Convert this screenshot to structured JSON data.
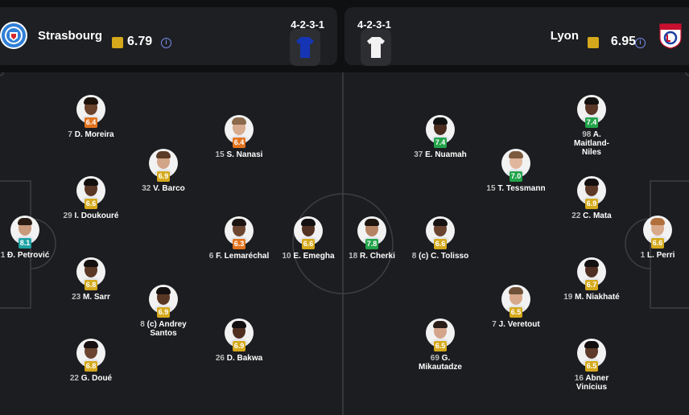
{
  "home": {
    "name": "Strasbourg",
    "rating": "6.79",
    "formation": "4-2-3-1",
    "info_icon": "i",
    "kit_color": "#1535b4",
    "colors": {
      "accent": "#d5a91b"
    }
  },
  "away": {
    "name": "Lyon",
    "rating": "6.95",
    "formation": "4-2-3-1",
    "info_icon": "i",
    "kit_color": "#f2f2f2"
  },
  "rating_colors": {
    "orange": "#e2731d",
    "yellow": "#d5a91b",
    "green": "#22a44a",
    "teal": "#1fa2a5"
  },
  "players": [
    {
      "id": "petrovic",
      "num": "1",
      "name": "Đ. Petrović",
      "rating": "8.1",
      "color": "teal",
      "skin": "#c99a7b",
      "hair": "#2b1d14"
    },
    {
      "id": "moreira",
      "num": "7",
      "name": "D. Moreira",
      "rating": "6.4",
      "color": "orange",
      "skin": "#6a432d",
      "hair": "#1c120c"
    },
    {
      "id": "doukoure",
      "num": "29",
      "name": "I. Doukouré",
      "rating": "6.6",
      "color": "yellow",
      "skin": "#5a3624",
      "hair": "#141010"
    },
    {
      "id": "sarr",
      "num": "23",
      "name": "M. Sarr",
      "rating": "6.8",
      "color": "yellow",
      "skin": "#5b3826",
      "hair": "#151111"
    },
    {
      "id": "doue",
      "num": "22",
      "name": "G. Doué",
      "rating": "6.8",
      "color": "yellow",
      "skin": "#6b4330",
      "hair": "#191212"
    },
    {
      "id": "barco",
      "num": "32",
      "name": "V. Barco",
      "rating": "6.9",
      "color": "yellow",
      "skin": "#d2a488",
      "hair": "#5a3b27"
    },
    {
      "id": "santos",
      "num": "8",
      "name": "(c) Andrey Santos",
      "rating": "6.9",
      "color": "yellow",
      "skin": "#5a3725",
      "hair": "#151010"
    },
    {
      "id": "nanasi",
      "num": "15",
      "name": "S. Nanasi",
      "rating": "6.4",
      "color": "orange",
      "skin": "#d7ac90",
      "hair": "#8a6a4a"
    },
    {
      "id": "lemarechal",
      "num": "6",
      "name": "F. Lemaréchal",
      "rating": "6.3",
      "color": "orange",
      "skin": "#6d4632",
      "hair": "#1b1410"
    },
    {
      "id": "bakwa",
      "num": "26",
      "name": "D. Bakwa",
      "rating": "6.9",
      "color": "yellow",
      "skin": "#4e2f20",
      "hair": "#121010"
    },
    {
      "id": "emegha",
      "num": "10",
      "name": "E. Emegha",
      "rating": "6.6",
      "color": "yellow",
      "skin": "#523222",
      "hair": "#121010"
    },
    {
      "id": "perri",
      "num": "1",
      "name": "L. Perri",
      "rating": "6.6",
      "color": "yellow",
      "skin": "#d9a98c",
      "hair": "#b0703e"
    },
    {
      "id": "maitland",
      "num": "98",
      "name": "A. Maitland-Niles",
      "rating": "7.4",
      "color": "green",
      "skin": "#5a3726",
      "hair": "#141010"
    },
    {
      "id": "mata",
      "num": "22",
      "name": "C. Mata",
      "rating": "6.9",
      "color": "yellow",
      "skin": "#5d3a28",
      "hair": "#141010"
    },
    {
      "id": "niakhate",
      "num": "19",
      "name": "M. Niakhaté",
      "rating": "6.7",
      "color": "yellow",
      "skin": "#4f2f21",
      "hair": "#121010"
    },
    {
      "id": "abner",
      "num": "16",
      "name": "Abner Vinícius",
      "rating": "6.5",
      "color": "yellow",
      "skin": "#5d3a29",
      "hair": "#141010"
    },
    {
      "id": "tessmann",
      "num": "15",
      "name": "T. Tessmann",
      "rating": "7.0",
      "color": "green",
      "skin": "#e0b79c",
      "hair": "#7b5a3e"
    },
    {
      "id": "veretout",
      "num": "7",
      "name": "J. Veretout",
      "rating": "6.5",
      "color": "yellow",
      "skin": "#d7a88b",
      "hair": "#6e5138"
    },
    {
      "id": "nuamah",
      "num": "37",
      "name": "E. Nuamah",
      "rating": "7.4",
      "color": "green",
      "skin": "#4a2c1f",
      "hair": "#111010"
    },
    {
      "id": "tolisso",
      "num": "8",
      "name": "(c) C. Tolisso",
      "rating": "6.6",
      "color": "yellow",
      "skin": "#6a4330",
      "hair": "#181212"
    },
    {
      "id": "mikautadze",
      "num": "69",
      "name": "G. Mikautadze",
      "rating": "6.5",
      "color": "yellow",
      "skin": "#d4a58a",
      "hair": "#2a1f18"
    },
    {
      "id": "cherki",
      "num": "18",
      "name": "R. Cherki",
      "rating": "7.8",
      "color": "green",
      "skin": "#b48363",
      "hair": "#1c140e"
    }
  ]
}
